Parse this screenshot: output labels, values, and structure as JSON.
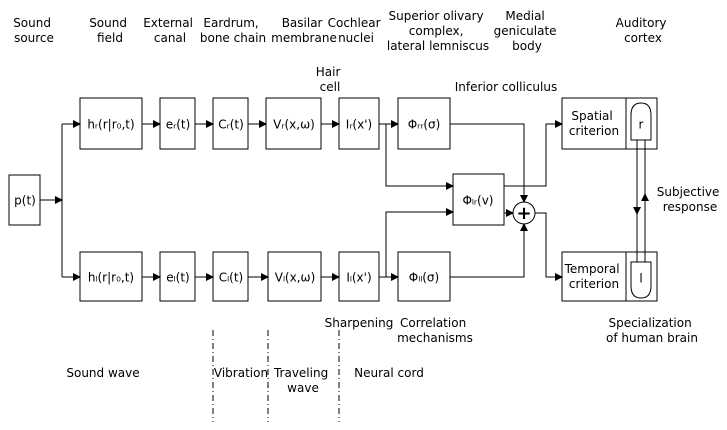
{
  "header_labels": {
    "sound_source": [
      "Sound",
      "source"
    ],
    "sound_field": [
      "Sound",
      "field"
    ],
    "external_canal": [
      "External",
      "canal"
    ],
    "eardrum": [
      "Eardrum,",
      "bone chain"
    ],
    "basilar": [
      "Basilar",
      "membrane"
    ],
    "cochlear": [
      "Cochlear",
      "nuclei"
    ],
    "olivary": [
      "Superior olivary",
      "complex,",
      "lateral lemniscus"
    ],
    "medial": [
      "Medial",
      "geniculate",
      "body"
    ],
    "auditory": [
      "Auditory",
      "cortex"
    ],
    "hair_cell": [
      "Hair",
      "cell"
    ],
    "inferior": "Inferior colliculus"
  },
  "blocks": {
    "source": "p(t)",
    "h_r": "hᵣ(r|r₀,t)",
    "h_l": "hₗ(r|r₀,t)",
    "e_r": "eᵣ(t)",
    "e_l": "eₗ(t)",
    "c_r": "Cᵣ(t)",
    "c_l": "Cₗ(t)",
    "v_r": "Vᵣ(x,ω)",
    "v_l": "Vₗ(x,ω)",
    "i_r": "Iᵣ(x')",
    "i_l": "Iₗ(x')",
    "phi_rr": "Φᵣᵣ(σ)",
    "phi_ll": "Φₗₗ(σ)",
    "phi_lr": "Φₗᵣ(v)",
    "sum": "+"
  },
  "cortex": {
    "spatial": [
      "Spatial",
      "criterion"
    ],
    "temporal": [
      "Temporal",
      "criterion"
    ],
    "r": "r",
    "l": "l",
    "subjective": [
      "Subjective",
      "response"
    ],
    "specialization": [
      "Specialization",
      "of human brain"
    ]
  },
  "bottom_labels": {
    "sharpening": "Sharpening",
    "correlation": [
      "Correlation",
      "mechanisms"
    ],
    "sound_wave": "Sound wave",
    "vibration": "Vibration",
    "traveling": [
      "Traveling",
      "wave"
    ],
    "neural": "Neural cord"
  },
  "colors": {
    "line": "#000000",
    "background": "#ffffff"
  }
}
